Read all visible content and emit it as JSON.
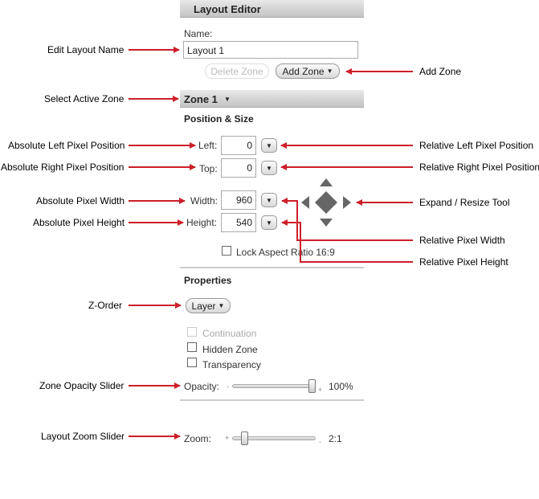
{
  "panel": {
    "title": "Layout Editor",
    "name_label": "Name:",
    "name_value": "Layout 1",
    "delete_zone": "Delete Zone",
    "add_zone": "Add Zone",
    "zone_selector": "Zone 1",
    "position_size_heading": "Position & Size",
    "left_label": "Left:",
    "left_value": "0",
    "top_label": "Top:",
    "top_value": "0",
    "width_label": "Width:",
    "width_value": "960",
    "height_label": "Height:",
    "height_value": "540",
    "lock_aspect": "Lock Aspect Ratio 16:9",
    "properties_heading": "Properties",
    "layer_button": "Layer",
    "continuation": "Continuation",
    "hidden_zone": "Hidden Zone",
    "transparency": "Transparency",
    "opacity_label": "Opacity:",
    "opacity_value": "100%",
    "opacity_level": 1.0,
    "zoom_label": "Zoom:",
    "zoom_value": "2:1",
    "zoom_level": 0.12,
    "minus": "-",
    "plus": "+"
  },
  "annotations": {
    "edit_layout_name": "Edit Layout Name",
    "add_zone": "Add Zone",
    "select_active_zone": "Select Active Zone",
    "abs_left": "Absolute Left Pixel Position",
    "rel_left": "Relative Left Pixel Position",
    "abs_right": "Absolute Right Pixel Position",
    "rel_right": "Relative Right Pixel Position",
    "abs_width": "Absolute Pixel Width",
    "abs_height": "Absolute Pixel Height",
    "expand_resize": "Expand / Resize Tool",
    "rel_width": "Relative Pixel Width",
    "rel_height": "Relative Pixel Height",
    "z_order": "Z-Order",
    "opacity_slider": "Zone Opacity Slider",
    "zoom_slider": "Layout Zoom Slider"
  },
  "colors": {
    "arrow": "#cc1f2a",
    "move_tool": "#666666"
  }
}
